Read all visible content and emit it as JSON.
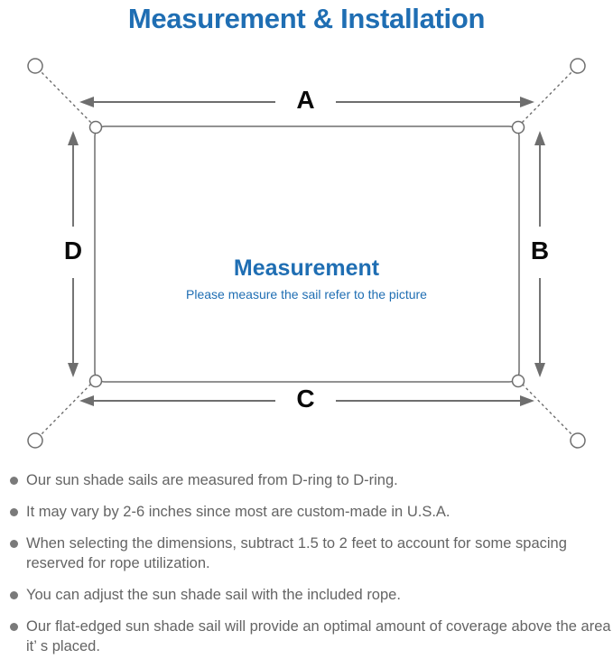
{
  "page": {
    "title": "Measurement & Installation",
    "background_color": "#ffffff",
    "accent_color": "#1f6eb3",
    "line_color": "#6e6e6e",
    "text_color": "#646464"
  },
  "diagram": {
    "center_title": "Measurement",
    "center_subtitle": "Please measure the sail refer to the picture",
    "dimension_labels": {
      "top": "A",
      "right": "B",
      "bottom": "C",
      "left": "D"
    },
    "icons": {
      "d_ring": "d-ring-icon",
      "anchor_point": "anchor-point-icon",
      "rope": "dotted-rope-line",
      "sail": "shade-sail-rectangle"
    }
  },
  "notes": {
    "bullet_glyph": "filled-circle-bullet",
    "items": [
      "Our sun shade sails are measured from D-ring to D-ring.",
      "It may vary by 2-6 inches since most are custom-made in U.S.A.",
      "When selecting the dimensions, subtract 1.5 to 2 feet to account for some spacing reserved for rope utilization.",
      "You can adjust the sun shade sail with the included rope.",
      "Our flat-edged sun shade sail will provide an optimal amount of coverage above the area it’ s placed."
    ]
  }
}
